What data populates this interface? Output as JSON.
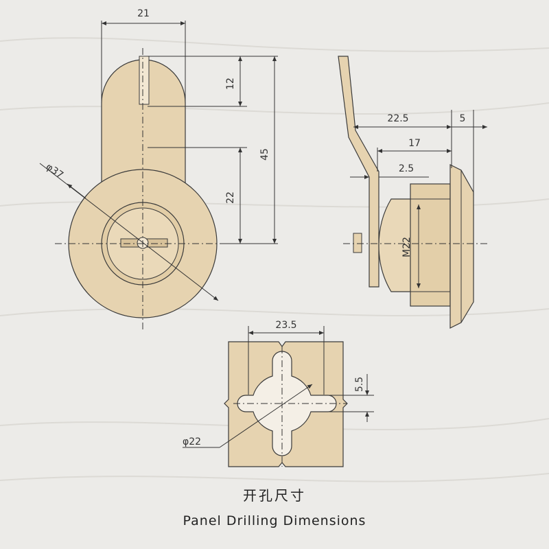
{
  "dimensions": {
    "front_width": "21",
    "slot_height": "12",
    "total_height": "45",
    "lower_height": "22",
    "face_diameter": "φ37",
    "cam_offset": "22.5",
    "flange_thickness": "5",
    "body_length": "17",
    "cam_step": "2.5",
    "thread": "M22",
    "hole_width": "23.5",
    "key_notch": "5.5",
    "hole_diameter": "φ22"
  },
  "caption": {
    "chinese": "开孔尺寸",
    "english": "Panel Drilling Dimensions"
  },
  "colors": {
    "background": "#ecebe8",
    "part_fill": "#e6d3b0",
    "line": "#333333"
  }
}
